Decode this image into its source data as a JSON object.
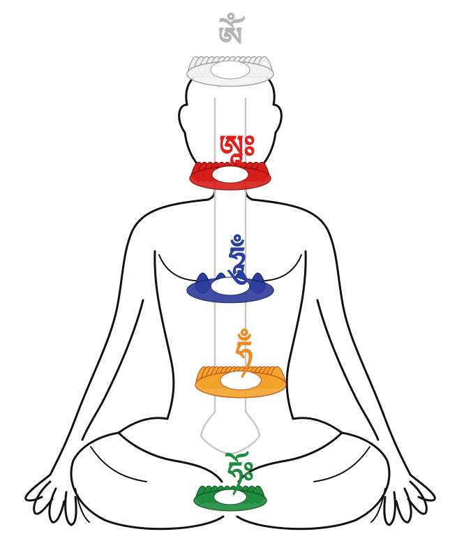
{
  "chakras": [
    {
      "name": "crown",
      "syllable": "ༀ",
      "color": "#b4b4b4",
      "petal": "#f2f2f0",
      "petal_edge": "#9a9a9a"
    },
    {
      "name": "throat",
      "syllable": "ཨཱཿ",
      "color": "#e0201c",
      "petal": "#d81e1a",
      "petal_edge": "#8a0d0a"
    },
    {
      "name": "heart",
      "syllable": "ཧཱུྃ",
      "color": "#2a3f9e",
      "petal": "#2c3d9c",
      "petal_edge": "#18246a"
    },
    {
      "name": "navel",
      "syllable": "ཧྃ",
      "color": "#f08a1e",
      "petal": "#f3a42a",
      "petal_edge": "#c0561a"
    },
    {
      "name": "base",
      "syllable": "ཧོཿ",
      "color": "#1e8a3c",
      "petal": "#1f8c3e",
      "petal_edge": "#0d5524"
    }
  ]
}
